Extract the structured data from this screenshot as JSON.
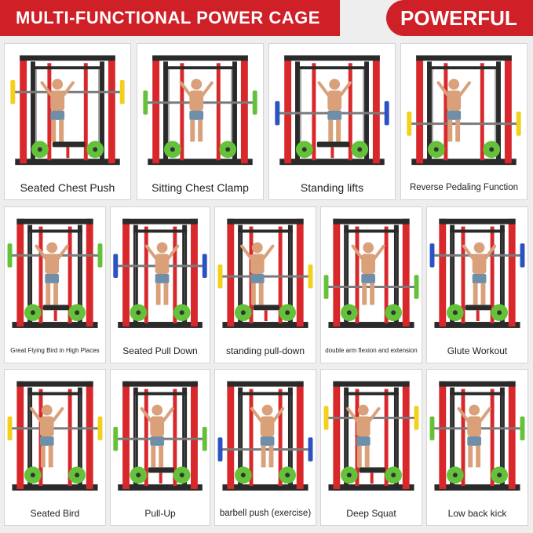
{
  "header": {
    "title": "MULTI-FUNCTIONAL POWER CAGE",
    "tagline": "POWERFUL"
  },
  "colors": {
    "brand_red": "#cf1f27",
    "frame_red": "#d8282b",
    "frame_black": "#2a2a2a",
    "plate_yellow": "#f2d01c",
    "plate_green": "#64c23a",
    "plate_blue": "#2b52c4",
    "skin": "#d9a07a",
    "shorts": "#6f8fa8"
  },
  "exercises": [
    {
      "label": "Seated Chest Push",
      "icon": "seated-chest-push-illustration"
    },
    {
      "label": "Sitting Chest Clamp",
      "icon": "sitting-chest-clamp-illustration"
    },
    {
      "label": "Standing lifts",
      "icon": "standing-lifts-illustration"
    },
    {
      "label": "Reverse Pedaling Function",
      "icon": "reverse-pedaling-illustration"
    },
    {
      "label": "Great Flying Bird in High Places",
      "icon": "great-flying-bird-illustration"
    },
    {
      "label": "Seated Pull Down",
      "icon": "seated-pull-down-illustration"
    },
    {
      "label": "standing pull-down",
      "icon": "standing-pull-down-illustration"
    },
    {
      "label": "double arm flexion and extension",
      "icon": "double-arm-flexion-illustration"
    },
    {
      "label": "Glute Workout",
      "icon": "glute-workout-illustration"
    },
    {
      "label": "Seated Bird",
      "icon": "seated-bird-illustration"
    },
    {
      "label": "Pull-Up",
      "icon": "pull-up-illustration"
    },
    {
      "label": "barbell push  (exercise)",
      "icon": "barbell-push-illustration"
    },
    {
      "label": "Deep Squat",
      "icon": "deep-squat-illustration"
    },
    {
      "label": "Low back kick",
      "icon": "low-back-kick-illustration"
    }
  ]
}
